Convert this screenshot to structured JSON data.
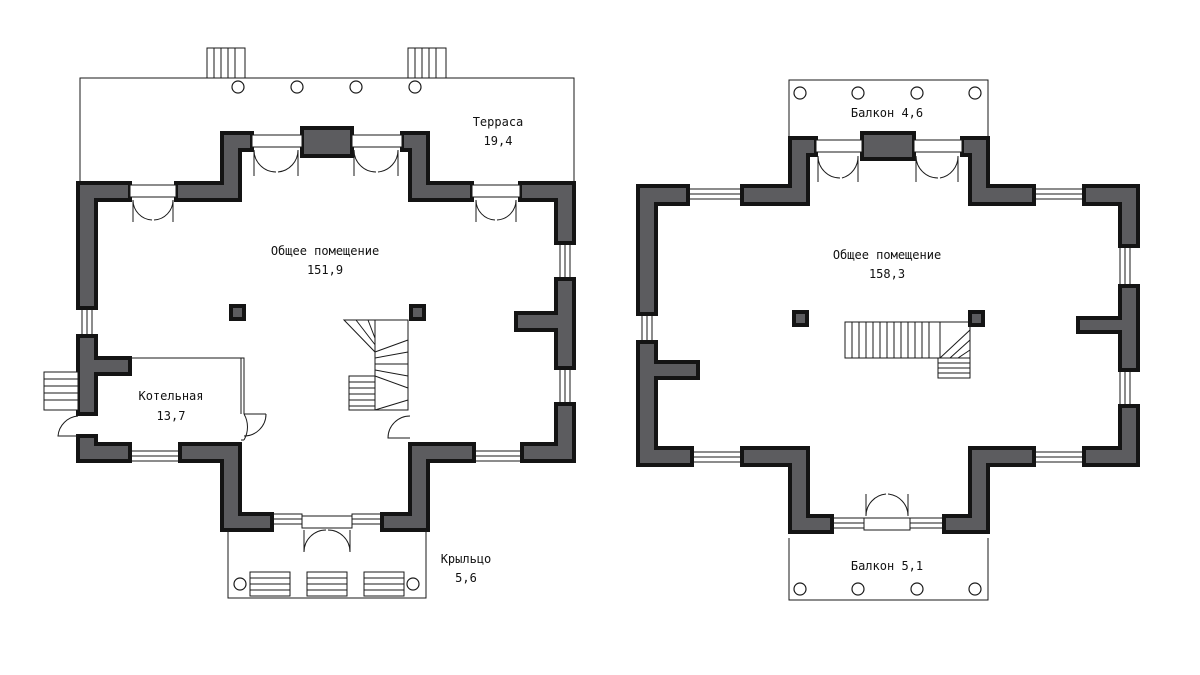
{
  "floor1": {
    "rooms": [
      {
        "name": "Терраса",
        "area": "19,4"
      },
      {
        "name": "Общее помещение",
        "area": "151,9"
      },
      {
        "name": "Котельная",
        "area": "13,7"
      },
      {
        "name": "Крыльцо",
        "area": "5,6"
      }
    ]
  },
  "floor2": {
    "rooms": [
      {
        "name": "Балкон",
        "area": "4,6"
      },
      {
        "name": "Общее помещение",
        "area": "158,3"
      },
      {
        "name": "Балкон",
        "area": "5,1"
      }
    ]
  },
  "colors": {
    "wall_fill": "#5c5c5f",
    "wall_outline": "#141414",
    "line": "#1a1a1a",
    "background": "#ffffff"
  }
}
